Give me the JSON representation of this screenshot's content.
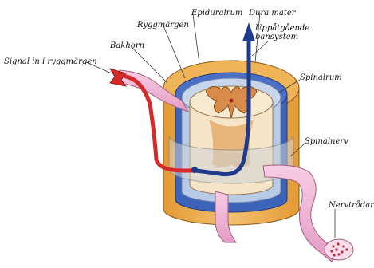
{
  "labels": {
    "epiduralrum": "Epiduralrum",
    "dura_mater": "Dura mater",
    "ryggmargen": "Ryggmärgen",
    "bakhorn": "Bakhorn",
    "uppatgaende_line1": "Uppåtgående",
    "uppatgaende_line2": "bansystem",
    "signal_in": "Signal in i ryggmärgen",
    "spinalrum": "Spinalrum",
    "spinalnerv": "Spinalnerv",
    "nervtradar": "Nervtrådar"
  },
  "colors": {
    "outer_orange": "#e8a642",
    "inner_orange": "#f3c878",
    "blue_layer": "#3d63b8",
    "light_blue": "#a9c4e8",
    "cord_tan": "#f6e4c6",
    "gray_matter": "#d98c4a",
    "nerve_pink": "#f2b8d8",
    "signal_red": "#d42a2a",
    "pathway_blue": "#1f3a8c",
    "gray_wall": "#cfd3d8"
  }
}
